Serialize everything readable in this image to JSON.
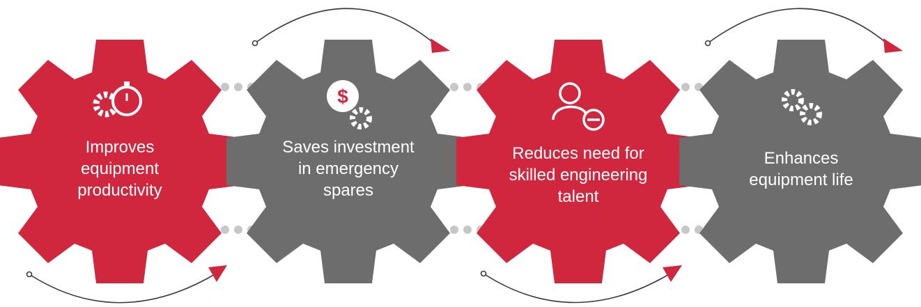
{
  "colors": {
    "red": "#d0273e",
    "gray": "#6d6d6d",
    "dot": "#c7c7c7",
    "arrow_line": "#3a3a3a",
    "arrow_head": "#d0273e"
  },
  "gears": [
    {
      "color": "red",
      "icon": "gears-stopwatch-icon",
      "lines": [
        "Improves",
        "equipment",
        "productivity"
      ]
    },
    {
      "color": "gray",
      "icon": "dollar-gear-icon",
      "lines": [
        "Saves investment",
        "in emergency",
        "spares"
      ]
    },
    {
      "color": "red",
      "icon": "user-minus-icon",
      "lines": [
        "Reduces need for",
        "skilled engineering",
        "talent"
      ]
    },
    {
      "color": "gray",
      "icon": "gears-icon",
      "lines": [
        "Enhances",
        "equipment life"
      ]
    }
  ]
}
